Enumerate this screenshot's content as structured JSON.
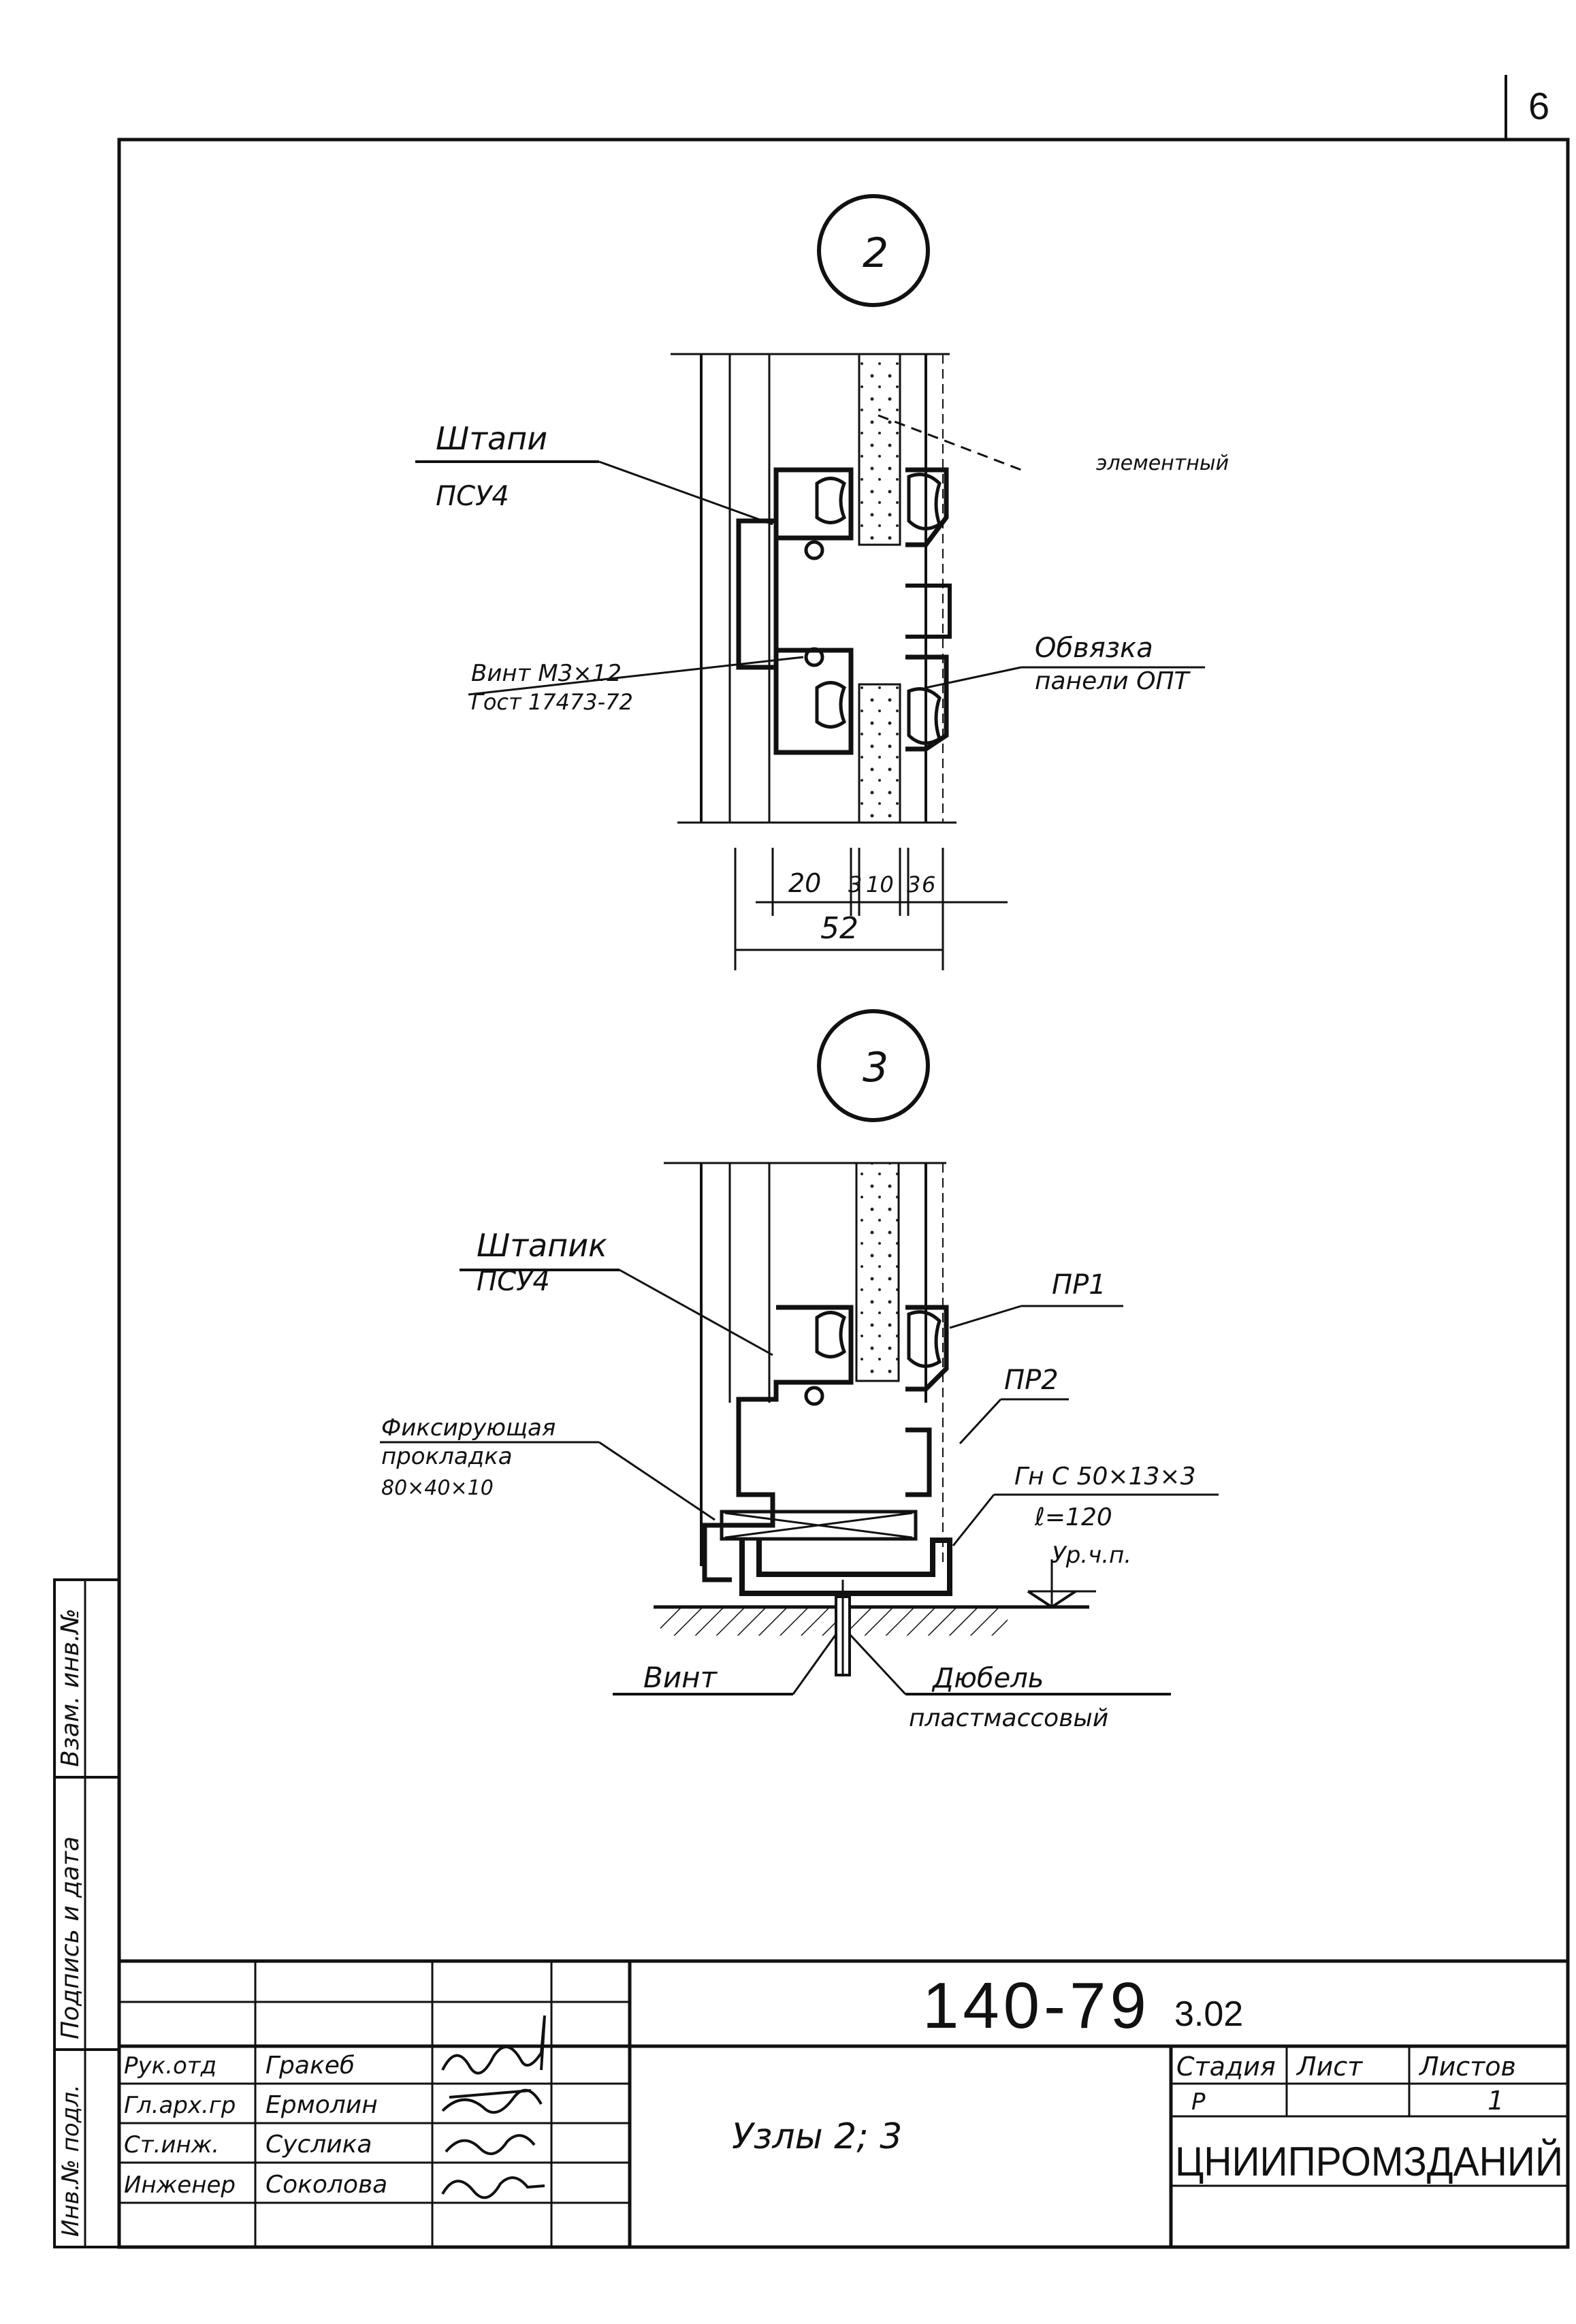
{
  "sheet": {
    "page_number": "6",
    "document_code": "140-79",
    "document_suffix": "3.02",
    "drawing_title": "Узлы 2; 3",
    "organization": "ЦНИИПРОМЗДАНИЙ"
  },
  "detail_2": {
    "marker": "2",
    "label_bead_line1": "Штапи",
    "label_bead_line2": "ПСУ4",
    "label_seal_partial": "элементный",
    "label_screw_line1": "Винт М3×12",
    "label_screw_line2": "Гост 17473-72",
    "label_frame_line1": "Обвязка",
    "label_frame_line2": "панели ОПТ",
    "dimensions": {
      "dim_20": "20",
      "dim_3": "3",
      "dim_10": "10",
      "dim_3b": "3",
      "dim_6": "6",
      "total": "52"
    }
  },
  "detail_3": {
    "marker": "3",
    "label_bead_line1": "Штапик",
    "label_bead_line2": "ПСУ4",
    "label_pr1": "ПР1",
    "label_pr2": "ПР2",
    "label_pad_line1": "Фиксирующая",
    "label_pad_line2": "прокладка",
    "label_pad_line3": "80×40×10",
    "label_channel_line1": "Гн С 50×13×3",
    "label_channel_line2": "ℓ=120",
    "label_floor": "Ур.ч.п.",
    "label_screw": "Винт",
    "label_dowel_line1": "Дюбель",
    "label_dowel_line2": "пластмассовый"
  },
  "margin_stamp": {
    "label_inv": "Взам. инв.№",
    "label_sign": "Подпись и дата",
    "label_orig": "Инв.№ подл."
  },
  "title_block": {
    "signatures": [
      {
        "role": "Рук.отд",
        "name": "Гракеб"
      },
      {
        "role": "Гл.арх.гр",
        "name": "Ермолин"
      },
      {
        "role": "Ст.инж.",
        "name": "Суслика"
      },
      {
        "role": "Инженер",
        "name": "Соколова"
      }
    ],
    "header_stage": "Стадия",
    "header_sheet": "Лист",
    "header_sheets": "Листов",
    "stage_value": "Р",
    "sheets_value": "1"
  }
}
